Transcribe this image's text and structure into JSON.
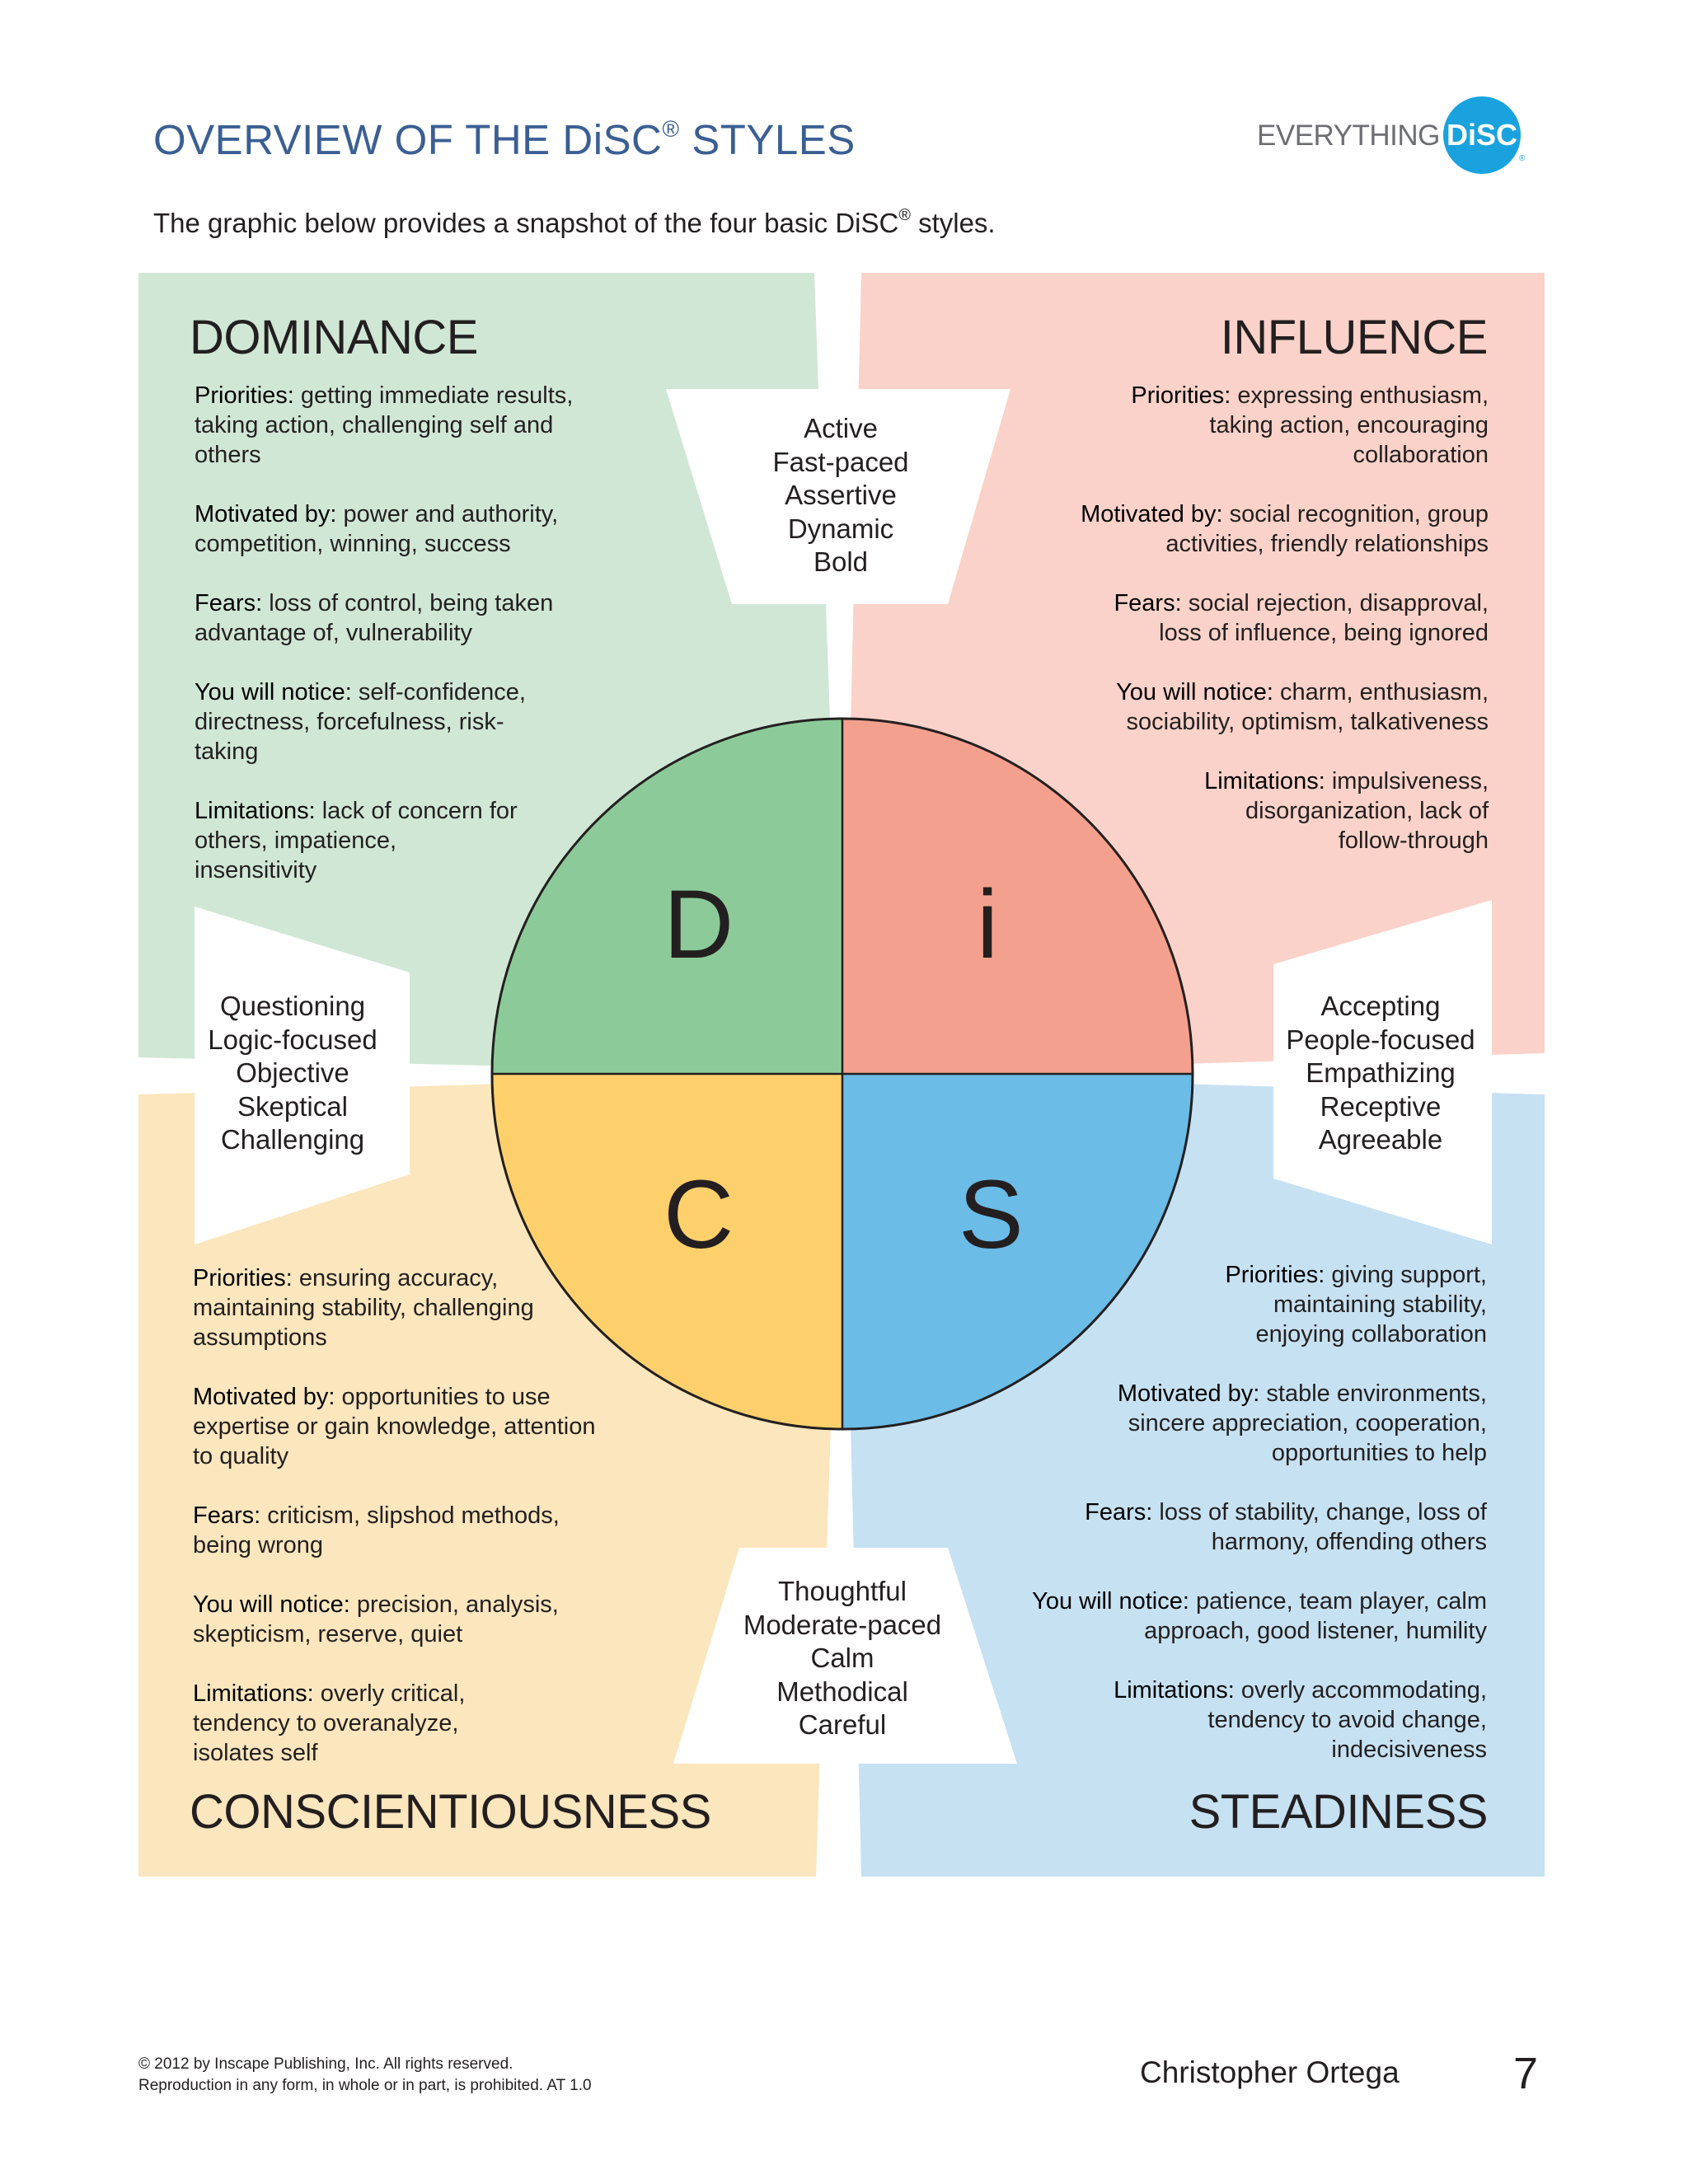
{
  "header": {
    "title": "OVERVIEW OF THE DiSC",
    "title_reg": "®",
    "title_tail": " STYLES",
    "subtitle": "The graphic below provides a snapshot of the four basic DiSC",
    "subtitle_reg": "®",
    "subtitle_tail": " styles.",
    "logo_text": "EVERYTHING",
    "logo_badge": "DiSC",
    "logo_reg": "®"
  },
  "colors": {
    "dominance_bg": "#d1e7d6",
    "influence_bg": "#fad2c9",
    "conscientiousness_bg": "#fbe6bd",
    "steadiness_bg": "#c6e1f2",
    "d_quadrant": "#8ccb99",
    "i_quadrant": "#f4a08e",
    "c_quadrant": "#fdd06b",
    "s_quadrant": "#6bbce6",
    "title_blue": "#3b5f93",
    "logo_blue": "#1aa2df"
  },
  "circle": {
    "d": "D",
    "i": "i",
    "c": "C",
    "s": "S"
  },
  "traits": {
    "top": [
      "Active",
      "Fast-paced",
      "Assertive",
      "Dynamic",
      "Bold"
    ],
    "bottom": [
      "Thoughtful",
      "Moderate-paced",
      "Calm",
      "Methodical",
      "Careful"
    ],
    "left": [
      "Questioning",
      "Logic-focused",
      "Objective",
      "Skeptical",
      "Challenging"
    ],
    "right": [
      "Accepting",
      "People-focused",
      "Empathizing",
      "Receptive",
      "Agreeable"
    ]
  },
  "dominance": {
    "heading": "DOMINANCE",
    "items": [
      {
        "label": "Priorities:",
        "text": "getting immediate results, taking action, challenging self and others"
      },
      {
        "label": "Motivated by:",
        "text": "power and authority, competition, winning, success"
      },
      {
        "label": "Fears:",
        "text": "loss of control, being taken advantage of, vulnerability"
      },
      {
        "label": "You will notice:",
        "text": "self-confidence, directness, forcefulness, risk-taking"
      },
      {
        "label": "Limitations:",
        "text": "lack of concern for others, impatience, insensitivity"
      }
    ]
  },
  "influence": {
    "heading": "INFLUENCE",
    "items": [
      {
        "label": "Priorities:",
        "text": "expressing enthusiasm, taking action, encouraging collaboration"
      },
      {
        "label": "Motivated by:",
        "text": "social recognition, group activities, friendly relationships"
      },
      {
        "label": "Fears:",
        "text": "social rejection, disapproval, loss of influence, being ignored"
      },
      {
        "label": "You will notice:",
        "text": "charm, enthusiasm, sociability, optimism, talkativeness"
      },
      {
        "label": "Limitations:",
        "text": "impulsiveness, disorganization, lack of follow-through"
      }
    ]
  },
  "conscientiousness": {
    "heading": "CONSCIENTIOUSNESS",
    "items": [
      {
        "label": "Priorities:",
        "text": "ensuring accuracy, maintaining stability, challenging assumptions"
      },
      {
        "label": "Motivated by:",
        "text": "opportunities to use expertise or gain knowledge, attention to quality"
      },
      {
        "label": "Fears:",
        "text": "criticism, slipshod methods, being wrong"
      },
      {
        "label": "You will notice:",
        "text": "precision, analysis, skepticism, reserve, quiet"
      },
      {
        "label": "Limitations:",
        "text": "overly critical, tendency to overanalyze, isolates self"
      }
    ]
  },
  "steadiness": {
    "heading": "STEADINESS",
    "items": [
      {
        "label": "Priorities:",
        "text": "giving support, maintaining stability, enjoying collaboration"
      },
      {
        "label": "Motivated by:",
        "text": "stable environments, sincere appreciation, cooperation, opportunities to help"
      },
      {
        "label": "Fears:",
        "text": "loss of stability, change, loss of harmony, offending others"
      },
      {
        "label": "You will notice:",
        "text": "patience, team player, calm approach, good listener, humility"
      },
      {
        "label": "Limitations:",
        "text": "overly accommodating, tendency to avoid change, indecisiveness"
      }
    ]
  },
  "footer": {
    "copyright_line1": "© 2012 by Inscape Publishing, Inc. All rights reserved.",
    "copyright_line2": "Reproduction in any form, in whole or in part, is prohibited. AT 1.0",
    "name": "Christopher Ortega",
    "page": "7"
  }
}
